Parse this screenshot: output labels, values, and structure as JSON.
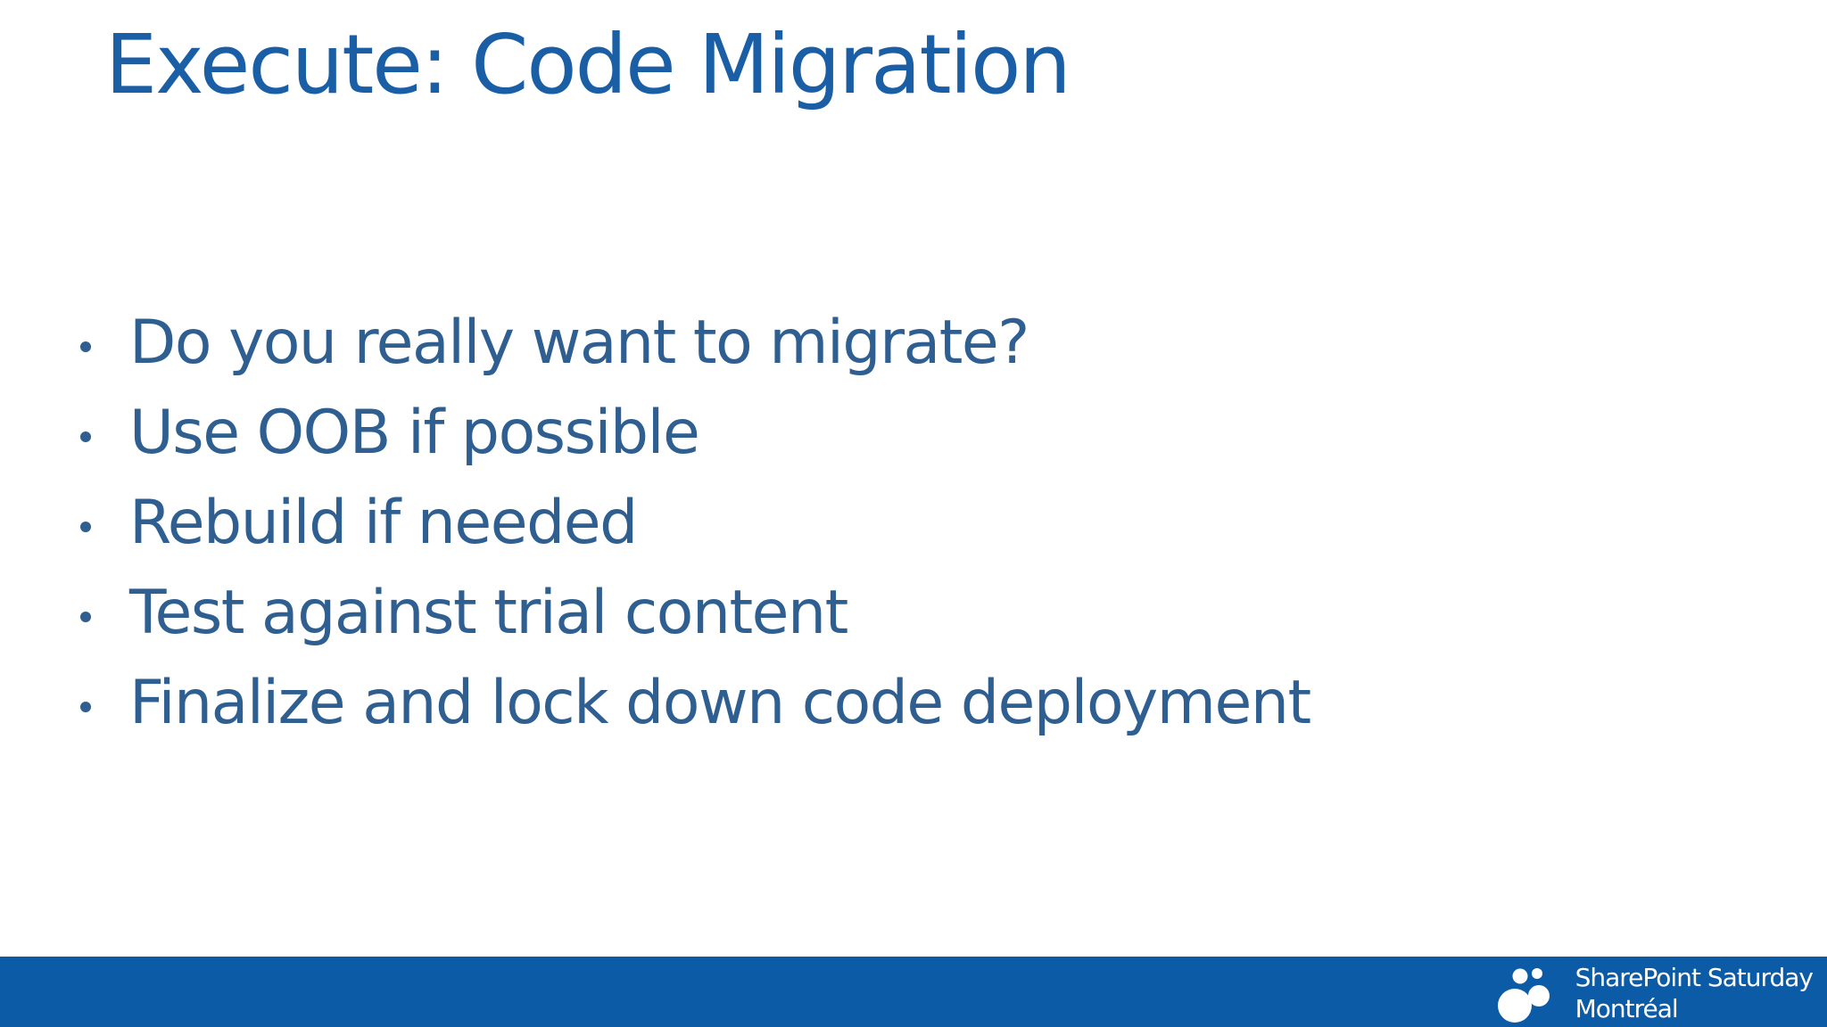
{
  "slide": {
    "title": "Execute: Code Migration",
    "bullets": [
      "Do you really want to migrate?",
      "Use OOB if possible",
      "Rebuild if needed",
      "Test against trial content",
      "Finalize and lock down code deployment"
    ]
  },
  "footer": {
    "logo_line_1": "SharePoint Saturday",
    "logo_line_2": "Montréal",
    "logo_icon": "bubbles-logo-icon"
  },
  "colors": {
    "title": "#1a5ea6",
    "bullet_text": "#2f5f91",
    "footer_bar": "#0c5ba6",
    "footer_text": "#ffffff"
  }
}
